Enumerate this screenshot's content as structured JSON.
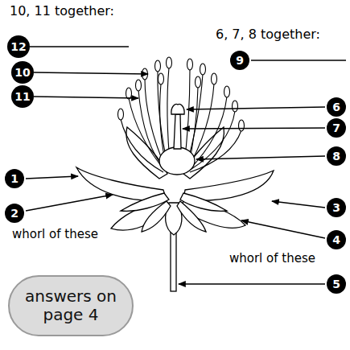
{
  "diagram": {
    "nodes": [
      {
        "text": [
          "12"
        ]
      },
      {
        "text": [
          "9"
        ]
      },
      {
        "text": [
          "10"
        ]
      },
      {
        "text": [
          "11"
        ]
      },
      {
        "text": [
          "6"
        ]
      },
      {
        "text": [
          "7"
        ]
      },
      {
        "text": [
          "8"
        ]
      },
      {
        "text": [
          "1"
        ]
      },
      {
        "text": [
          "3"
        ]
      },
      {
        "text": [
          "2"
        ]
      },
      {
        "text": [
          "4"
        ]
      },
      {
        "text": [
          "5"
        ]
      },
      {
        "text": [
          "answers on page 4"
        ]
      }
    ],
    "labels": [
      "10, 11 together:",
      "6, 7, 8 together:",
      "whorl of these",
      "whorl of these"
    ]
  }
}
